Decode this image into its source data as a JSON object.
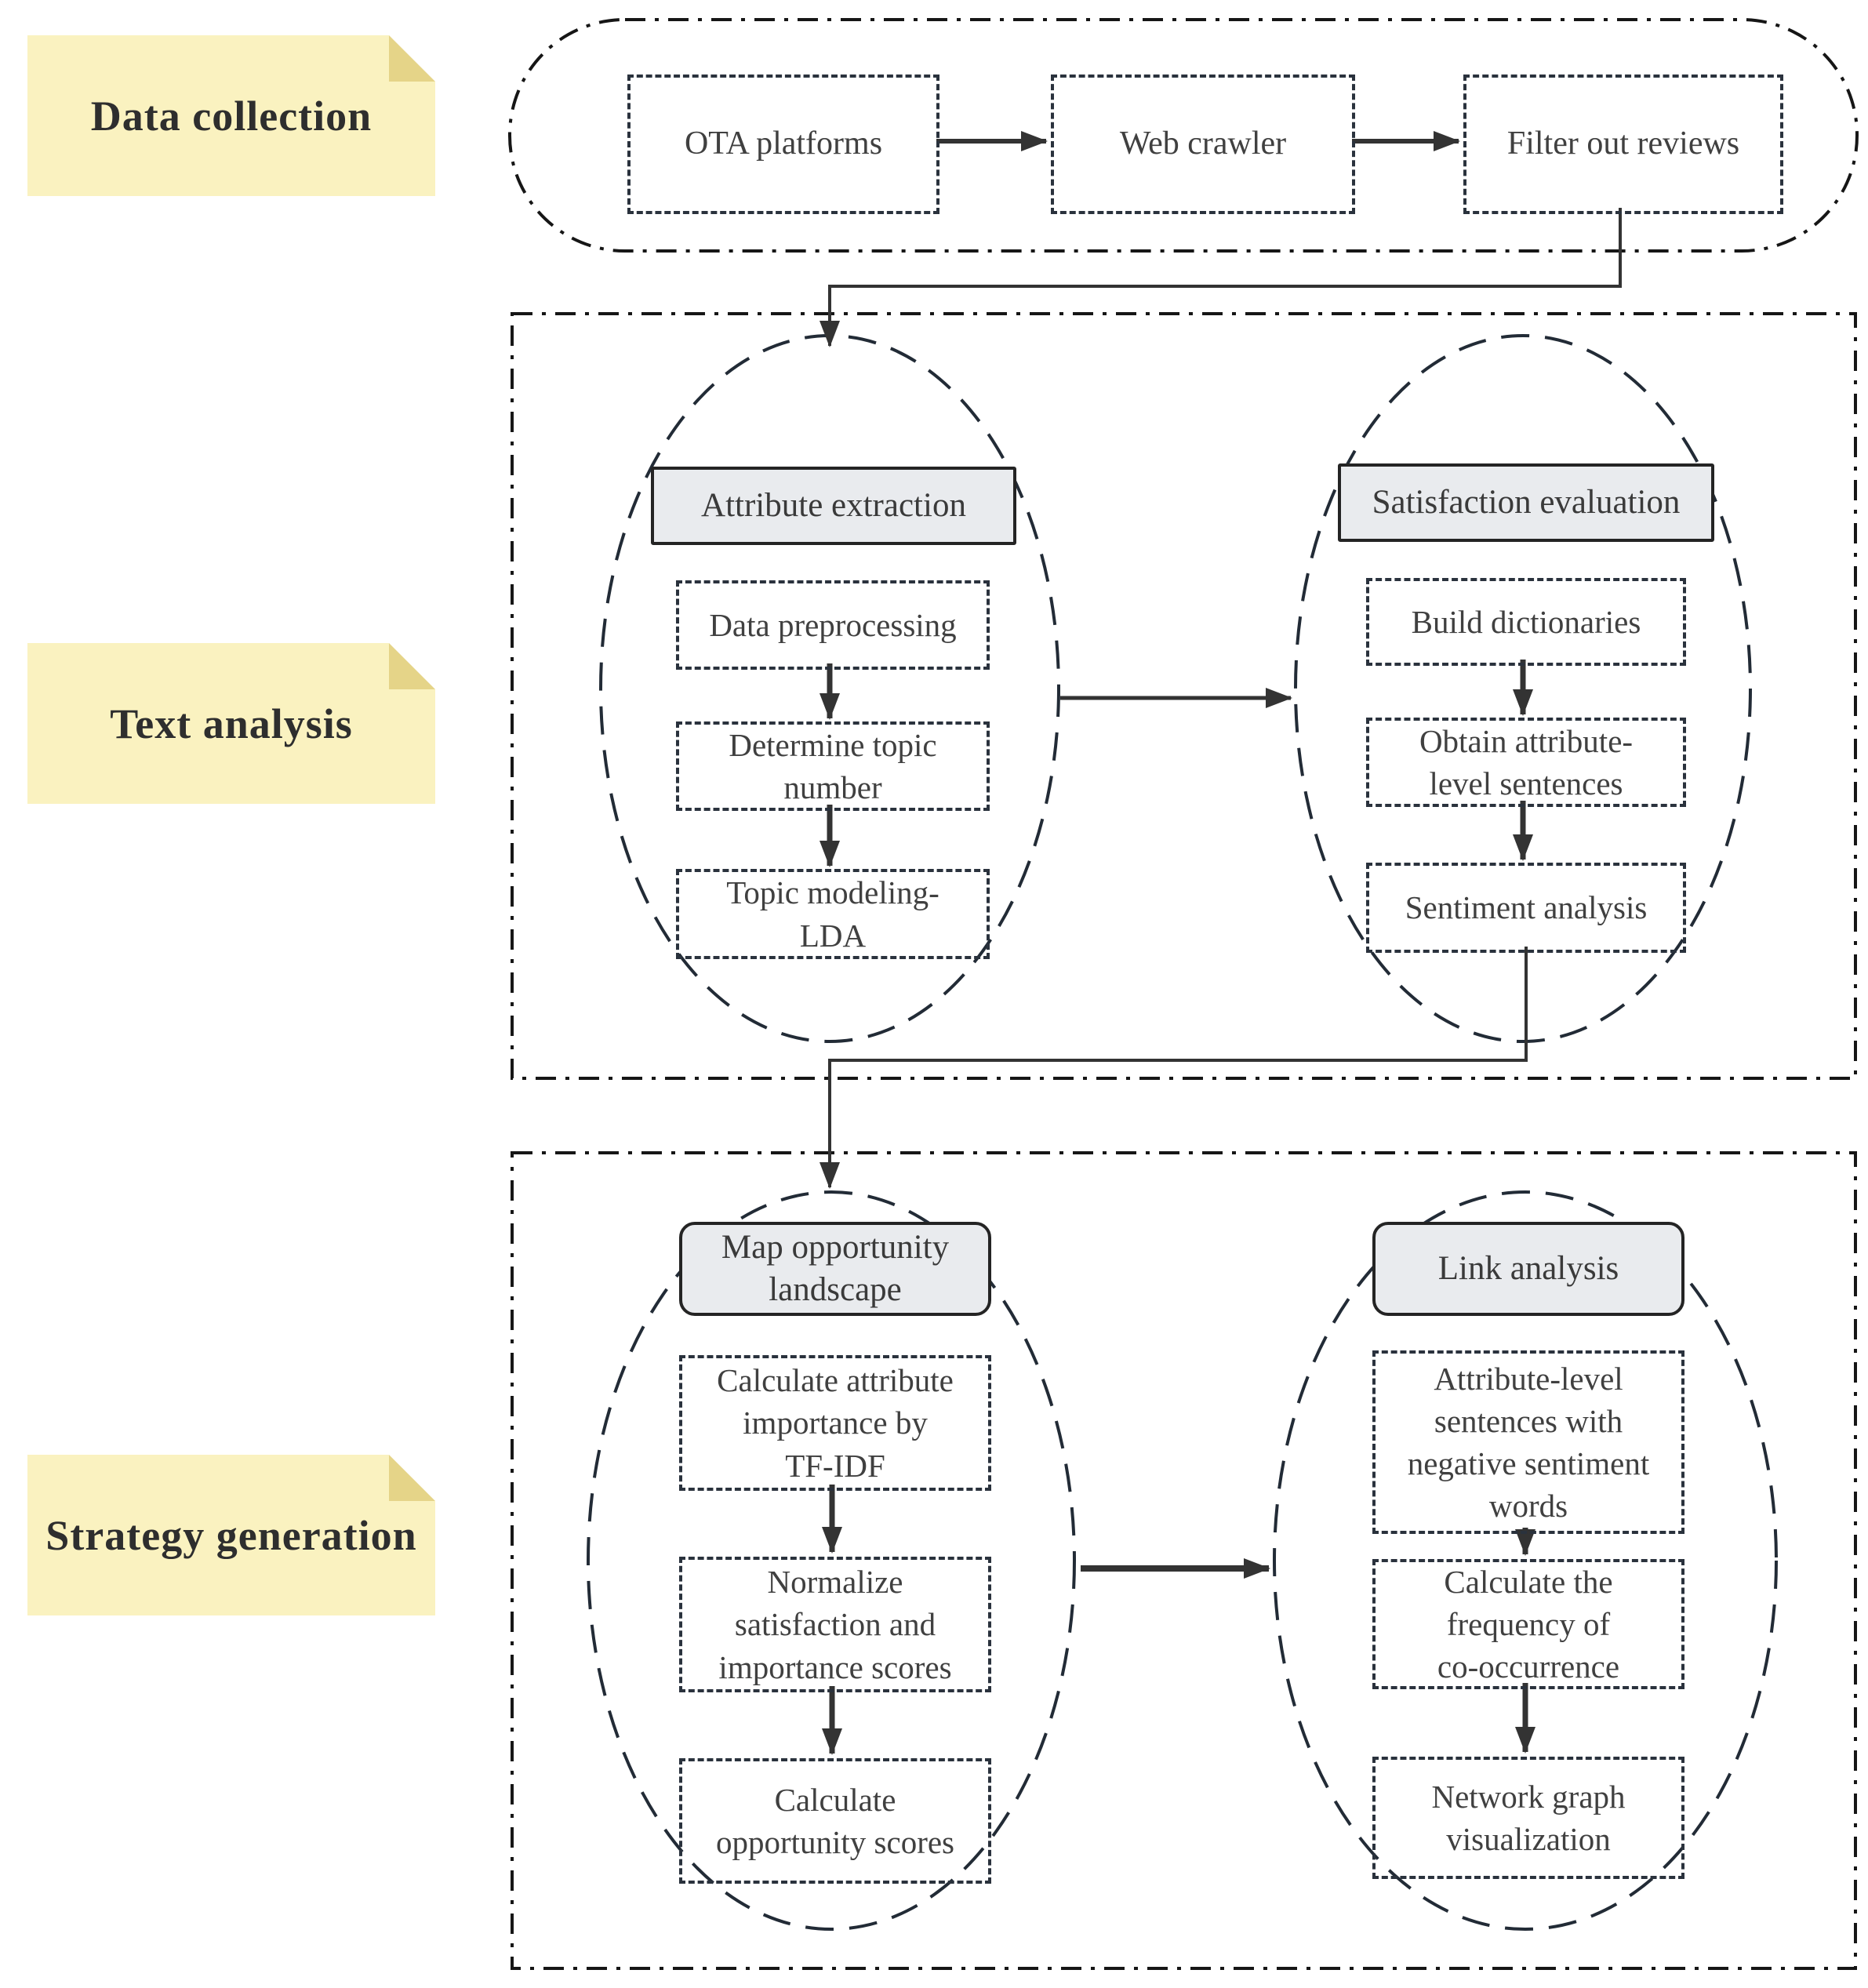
{
  "diagram": {
    "title_hint": "Research methodology flowchart",
    "phases": {
      "data_collection_label": "Data collection",
      "text_analysis_label": "Text analysis",
      "strategy_generation_label": "Strategy generation"
    },
    "data_collection": {
      "steps": [
        "OTA platforms",
        "Web crawler",
        "Filter out reviews"
      ]
    },
    "text_analysis": {
      "attribute_extraction": {
        "title": "Attribute extraction",
        "steps": [
          "Data preprocessing",
          "Determine topic\nnumber",
          "Topic modeling-\nLDA"
        ]
      },
      "satisfaction_evaluation": {
        "title": "Satisfaction evaluation",
        "steps": [
          "Build dictionaries",
          "Obtain attribute-\nlevel sentences",
          "Sentiment analysis"
        ]
      }
    },
    "strategy_generation": {
      "map_opportunity_landscape": {
        "title": "Map opportunity\nlandscape",
        "steps": [
          "Calculate attribute\nimportance by\nTF-IDF",
          "Normalize\nsatisfaction and\nimportance scores",
          "Calculate\nopportunity scores"
        ]
      },
      "link_analysis": {
        "title": "Link analysis",
        "steps": [
          "Attribute-level\nsentences with\nnegative sentiment\nwords",
          "Calculate the\nfrequency of\nco-occurrence",
          "Network graph\nvisualization"
        ]
      }
    },
    "colors": {
      "sticky_fill": "#FAF2C0",
      "sticky_fold": "#E5D488",
      "header_fill": "#E9EBEE",
      "dash_line": "#2a323d",
      "section_line": "#161616",
      "arrow": "#333333",
      "text": "#3d3d3d"
    }
  }
}
